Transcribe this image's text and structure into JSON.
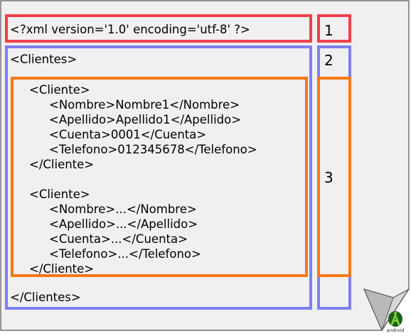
{
  "xml_declaration": "<?xml version='1.0' encoding='utf-8' ?>",
  "lines": {
    "clientes_open": "<Clientes>",
    "cliente1_open": "<Cliente>",
    "nombre1": "<Nombre>Nombre1</Nombre>",
    "apellido1": "<Apellido>Apellido1</Apellido>",
    "cuenta1": "<Cuenta>0001</Cuenta>",
    "telefono1": "<Telefono>012345678</Telefono>",
    "cliente1_close": "</Cliente>",
    "cliente2_open": "<Cliente>",
    "nombre2": "<Nombre>...</Nombre>",
    "apellido2": "<Apellido>...</Apellido>",
    "cuenta2": "<Cuenta>...</Cuenta>",
    "telefono2": "<Telefono>...</Telefono>",
    "cliente2_close": "</Cliente>",
    "clientes_close": "</Clientes>"
  },
  "section_numbers": [
    "1",
    "2",
    "3"
  ],
  "colors": {
    "declaration_box": "#f0404a",
    "root_box": "#7f7ff2",
    "element_box": "#f87818",
    "paper": "#f0f0f0"
  },
  "logo_text": "android"
}
